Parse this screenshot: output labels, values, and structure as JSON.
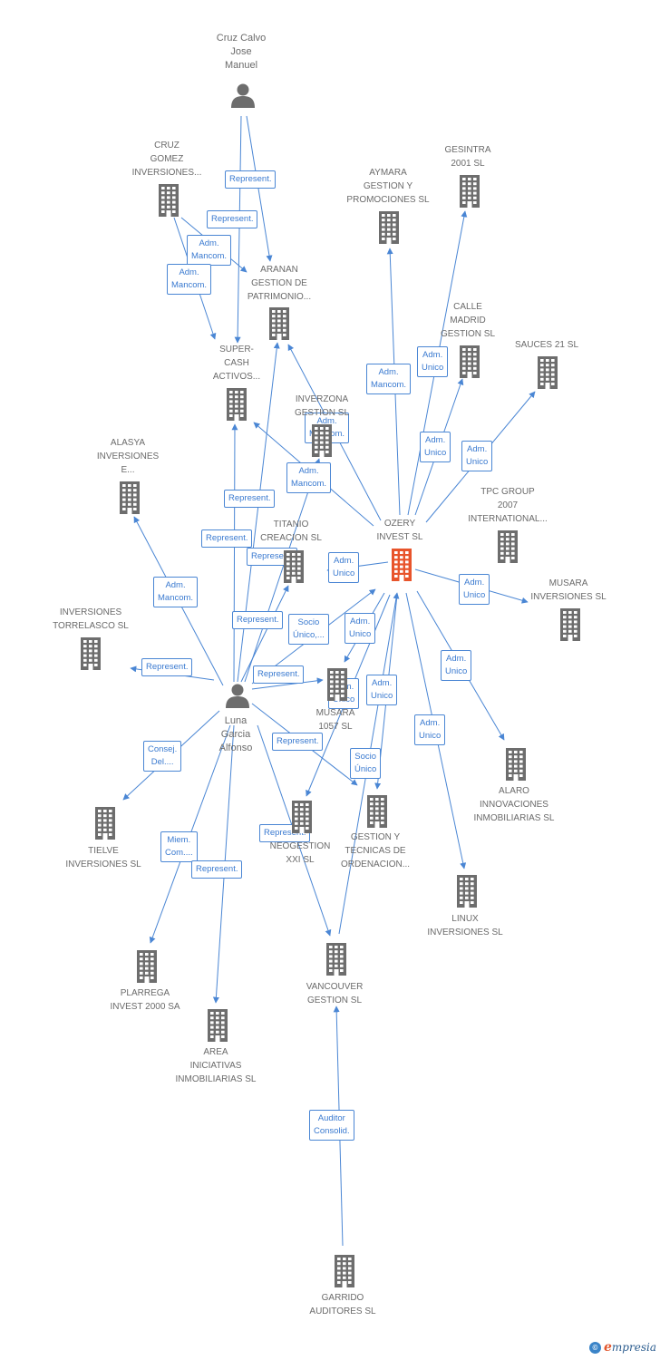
{
  "nodes": [
    {
      "id": "cruz_calvo",
      "type": "person",
      "label": "Cruz Calvo\nJose\nManuel"
    },
    {
      "id": "luna_garcia",
      "type": "person",
      "label": "Luna\nGarcia\nAlfonso"
    },
    {
      "id": "ozery",
      "type": "company-main",
      "label": "OZERY\nINVEST SL"
    },
    {
      "id": "cruz_gomez",
      "type": "company",
      "label": "CRUZ\nGOMEZ\nINVERSIONES..."
    },
    {
      "id": "aranan",
      "type": "company",
      "label": "ARANAN\nGESTION DE\nPATRIMONIO..."
    },
    {
      "id": "supercash",
      "type": "company",
      "label": "SUPER-\nCASH\nACTIVOS..."
    },
    {
      "id": "aymara",
      "type": "company",
      "label": "AYMARA\nGESTION Y\nPROMOCIONES SL"
    },
    {
      "id": "gesintra",
      "type": "company",
      "label": "GESINTRA\n2001 SL"
    },
    {
      "id": "calle_madrid",
      "type": "company",
      "label": "CALLE\nMADRID\nGESTION SL"
    },
    {
      "id": "sauces21",
      "type": "company",
      "label": "SAUCES 21 SL"
    },
    {
      "id": "inverzona",
      "type": "company",
      "label": "INVERZONA\nGESTION SL"
    },
    {
      "id": "alasya",
      "type": "company",
      "label": "ALASYA\nINVERSIONES\nE..."
    },
    {
      "id": "tpc",
      "type": "company",
      "label": "TPC GROUP\n2007\nINTERNATIONAL..."
    },
    {
      "id": "titanio",
      "type": "company",
      "label": "TITANIO\nCREACION SL"
    },
    {
      "id": "musara_inv",
      "type": "company",
      "label": "MUSARA\nINVERSIONES SL"
    },
    {
      "id": "torrelasco",
      "type": "company",
      "label": "INVERSIONES\nTORRELASCO SL"
    },
    {
      "id": "musara1057",
      "type": "company",
      "label": "MUSARA\n1057 SL"
    },
    {
      "id": "alaro",
      "type": "company",
      "label": "ALARO\nINNOVACIONES\nINMOBILIARIAS SL"
    },
    {
      "id": "tielve",
      "type": "company",
      "label": "TIELVE\nINVERSIONES SL"
    },
    {
      "id": "neogestion",
      "type": "company",
      "label": "NEOGESTION\nXXI SL"
    },
    {
      "id": "gestion_tecnicas",
      "type": "company",
      "label": "GESTION Y\nTECNICAS DE\nORDENACION..."
    },
    {
      "id": "linux",
      "type": "company",
      "label": "LINUX\nINVERSIONES SL"
    },
    {
      "id": "plarrega",
      "type": "company",
      "label": "PLARREGA\nINVEST 2000 SA"
    },
    {
      "id": "vancouver",
      "type": "company",
      "label": "VANCOUVER\nGESTION SL"
    },
    {
      "id": "area",
      "type": "company",
      "label": "AREA\nINICIATIVAS\nINMOBILIARIAS SL"
    },
    {
      "id": "garrido",
      "type": "company",
      "label": "GARRIDO\nAUDITORES SL"
    }
  ],
  "edges": [
    {
      "from": "cruz_calvo",
      "to": "supercash",
      "label": "Represent."
    },
    {
      "from": "cruz_calvo",
      "to": "aranan",
      "label": "Represent."
    },
    {
      "from": "cruz_gomez",
      "to": "aranan",
      "label": "Adm.\nMancom."
    },
    {
      "from": "cruz_gomez",
      "to": "supercash",
      "label": "Adm.\nMancom."
    },
    {
      "from": "ozery",
      "to": "aymara",
      "label": "Adm.\nMancom."
    },
    {
      "from": "ozery",
      "to": "gesintra",
      "label": "Adm.\nUnico"
    },
    {
      "from": "ozery",
      "to": "calle_madrid",
      "label": "Adm.\nUnico"
    },
    {
      "from": "ozery",
      "to": "sauces21",
      "label": "Adm.\nUnico"
    },
    {
      "from": "ozery",
      "to": "aranan",
      "label": "Adm.\nMancom."
    },
    {
      "from": "ozery",
      "to": "supercash",
      "label": "Adm.\nMancom."
    },
    {
      "from": "ozery",
      "to": "titanio",
      "label": "Adm.\nUnico"
    },
    {
      "from": "ozery",
      "to": "musara_inv",
      "label": "Adm.\nUnico"
    },
    {
      "from": "ozery",
      "to": "musara1057",
      "label": "Adm.\nUnico"
    },
    {
      "from": "ozery",
      "to": "neogestion",
      "label": "Adm.\nUnico"
    },
    {
      "from": "ozery",
      "to": "gestion_tecnicas",
      "label": "Adm.\nUnico"
    },
    {
      "from": "ozery",
      "to": "alaro",
      "label": "Adm.\nUnico"
    },
    {
      "from": "ozery",
      "to": "linux",
      "label": "Adm.\nUnico"
    },
    {
      "from": "luna_garcia",
      "to": "supercash",
      "label": "Represent."
    },
    {
      "from": "luna_garcia",
      "to": "aranan",
      "label": "Represent."
    },
    {
      "from": "luna_garcia",
      "to": "titanio",
      "label": "Represent."
    },
    {
      "from": "luna_garcia",
      "to": "inverzona",
      "label": "Represent."
    },
    {
      "from": "luna_garcia",
      "to": "alasya",
      "label": "Adm.\nMancom."
    },
    {
      "from": "luna_garcia",
      "to": "torrelasco",
      "label": "Represent."
    },
    {
      "from": "luna_garcia",
      "to": "ozery",
      "label": "Socio\nÚnico,..."
    },
    {
      "from": "luna_garcia",
      "to": "musara1057",
      "label": "Represent."
    },
    {
      "from": "luna_garcia",
      "to": "gestion_tecnicas",
      "label": "Represent."
    },
    {
      "from": "luna_garcia",
      "to": "tielve",
      "label": "Consej.\nDel...."
    },
    {
      "from": "luna_garcia",
      "to": "plarrega",
      "label": "Miem.\nCom...."
    },
    {
      "from": "luna_garcia",
      "to": "area",
      "label": "Represent."
    },
    {
      "from": "luna_garcia",
      "to": "vancouver",
      "label": "Represent."
    },
    {
      "from": "vancouver",
      "to": "ozery",
      "label": "Socio\nÚnico"
    },
    {
      "from": "garrido",
      "to": "vancouver",
      "label": "Auditor\nConsolid."
    }
  ],
  "colors": {
    "edge": "#4a86d4",
    "label_border": "#4a86d4",
    "label_text": "#3a7ad0",
    "node_icon": "#6d6d6d",
    "main_icon": "#e8542b",
    "node_text": "#6a6a6a"
  },
  "brand": {
    "mark": "©",
    "initial": "e",
    "rest": "mpresia"
  }
}
